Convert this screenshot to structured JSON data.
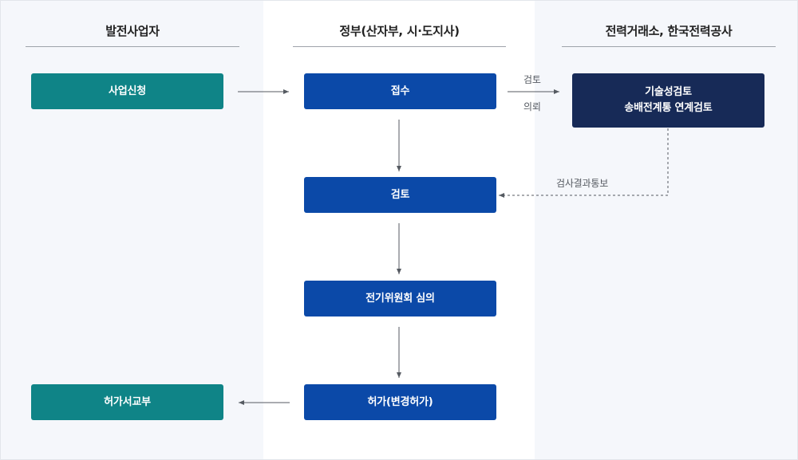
{
  "columns": {
    "generator": "발전사업자",
    "government": "정부(산자부, 시·도지사)",
    "kpx_kepco": "전력거래소, 한국전력공사"
  },
  "boxes": {
    "application": "사업신청",
    "reception": "접수",
    "review": "검토",
    "committee": "전기위원회 심의",
    "permit": "허가(변경허가)",
    "license_issue": "허가서교부",
    "tech_review_line1": "기술성검토",
    "tech_review_line2": "송배전계통 연계검토"
  },
  "labels": {
    "request_top": "검토",
    "request_bottom": "의뢰",
    "result_notice": "검사결과통보"
  },
  "colors": {
    "teal": "#0f8487",
    "blue": "#0b49a8",
    "navy": "#172a57",
    "column_bg": "#f5f7fb",
    "arrow": "#555a61"
  }
}
